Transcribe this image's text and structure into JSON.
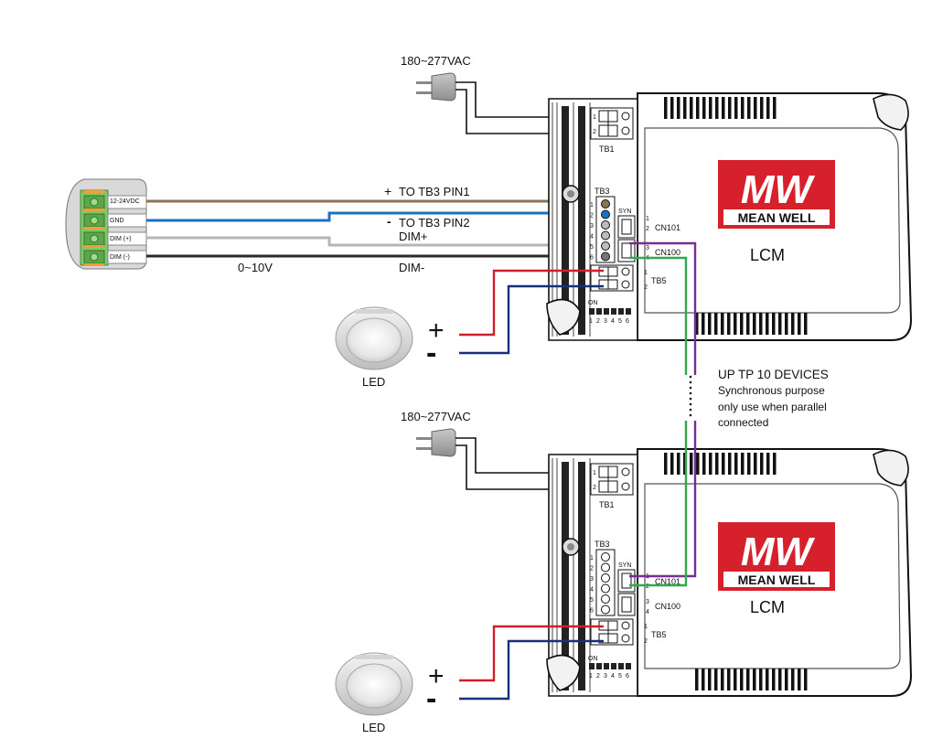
{
  "colors": {
    "brown": "#8b7355",
    "blue": "#1f6fc0",
    "gray": "#b5b5b5",
    "dark": "#2a2a2a",
    "red": "#d01f2a",
    "navy": "#1a2f7a",
    "purple": "#7a2c96",
    "green": "#2fa84f",
    "brand": "#d6202b"
  },
  "controller": {
    "terminals": [
      "12-24VDC",
      "GND",
      "DIM  (+)",
      "DIM  (-)"
    ],
    "range": "0~10V"
  },
  "wires": {
    "plus_to": "TO TB3 PIN1",
    "minus_to": "TO TB3 PIN2",
    "plus_sign": "+",
    "minus_sign": "-",
    "dim_plus": "DIM+",
    "dim_minus": "DIM-"
  },
  "ac_input": "180~277VAC",
  "tb1": {
    "label": "TB1",
    "pins": [
      "1",
      "2"
    ]
  },
  "tb3": {
    "label": "TB3",
    "pins": [
      "1",
      "2",
      "3",
      "4",
      "5",
      "6"
    ]
  },
  "tb5": {
    "label": "TB5",
    "pins": [
      "1",
      "2"
    ]
  },
  "syn": "SYN",
  "cn": {
    "a": "CN101",
    "b": "CN100",
    "pins": [
      "1",
      "2",
      "3",
      "4"
    ]
  },
  "dip": {
    "on": "ON",
    "nums": [
      "1",
      "2",
      "3",
      "4",
      "5",
      "6"
    ]
  },
  "brand": {
    "logo_text": "MW",
    "name": "MEAN WELL"
  },
  "model": "LCM",
  "led": {
    "label": "LED",
    "plus": "+",
    "minus": "-"
  },
  "note": {
    "title": "UP TP 10 DEVICES",
    "lines": [
      "Synchronous purpose",
      "only use when parallel",
      "connected"
    ]
  }
}
